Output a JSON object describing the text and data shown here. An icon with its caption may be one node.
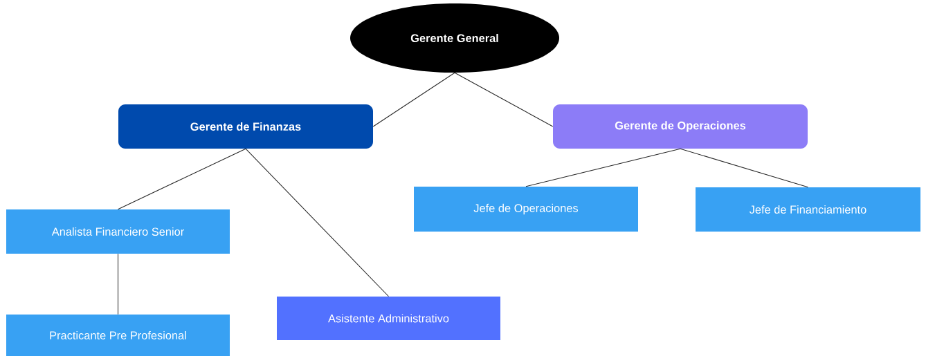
{
  "diagram": {
    "nodes": [
      {
        "text": [
          "Gerente General"
        ]
      },
      {
        "text": [
          "Gerente de Finanzas"
        ]
      },
      {
        "text": [
          "Gerente de Operaciones"
        ]
      },
      {
        "text": [
          "Jefe de Operaciones"
        ]
      },
      {
        "text": [
          "Jefe de Financiamiento"
        ]
      },
      {
        "text": [
          "Analista Financiero Senior"
        ]
      },
      {
        "text": [
          "Practicante Pre Profesional"
        ]
      },
      {
        "text": [
          "Asistente Administrativo"
        ]
      }
    ],
    "edges": [
      {
        "from": 0,
        "to": 1,
        "arrow": "none"
      },
      {
        "from": 0,
        "to": 2,
        "arrow": "none"
      },
      {
        "from": 1,
        "to": 5,
        "arrow": "none"
      },
      {
        "from": 1,
        "to": 7,
        "arrow": "none"
      },
      {
        "from": 2,
        "to": 3,
        "arrow": "none"
      },
      {
        "from": 2,
        "to": 4,
        "arrow": "none"
      },
      {
        "from": 5,
        "to": 6,
        "arrow": "none"
      }
    ]
  }
}
